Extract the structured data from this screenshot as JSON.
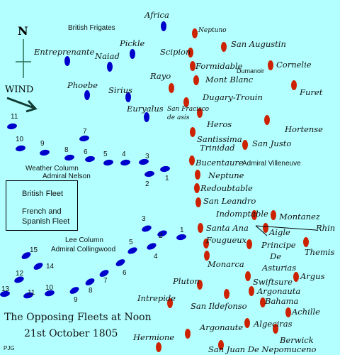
{
  "map": {
    "title_line1": "The Opposing Fleets at Noon",
    "title_line2": "21st October 1805",
    "signature": "PJG",
    "compass_label": "N",
    "wind_label": "WIND"
  },
  "legend": {
    "british": "British Fleet",
    "allied_line1": "French and",
    "allied_line2": "Spanish Fleet"
  },
  "colors": {
    "sea": "#b3ffff",
    "british": "#0000cc",
    "allied": "#cc2200"
  },
  "british_frigates": {
    "heading": "British Frigates",
    "ships": [
      "Africa",
      "Pickle",
      "Entreprenante",
      "Naiad",
      "Phoebe",
      "Sirius",
      "Euryalus"
    ]
  },
  "weather_column": {
    "label_line1": "Weather Column",
    "label_line2": "Admiral Nelson",
    "numbers": [
      "1",
      "2",
      "3",
      "4",
      "5",
      "6",
      "7",
      "8",
      "9",
      "10",
      "11"
    ]
  },
  "lee_column": {
    "label_line1": "Lee Column",
    "label_line2": "Admiral Collingwood",
    "numbers": [
      "1",
      "2",
      "3",
      "4",
      "5",
      "6",
      "7",
      "8",
      "9",
      "10",
      "11",
      "12",
      "13",
      "14",
      "15"
    ]
  },
  "allied_ships": {
    "neptuno": "Neptuno",
    "san_augustin": "San Augustin",
    "scipion": "Scipion",
    "formidable": "Formidable",
    "dumanoir": "Dumanoir",
    "cornelie": "Cornelie",
    "rayo": "Rayo",
    "mont_blanc": "Mont Blanc",
    "furet": "Furet",
    "dugary_trouin": "Dugary-Trouin",
    "san_francisco_l1": "San Fracisco",
    "san_francisco_l2": "de asis",
    "heros": "Heros",
    "hortense": "Hortense",
    "santissima_l1": "Santissima",
    "santissima_l2": "Trinidad",
    "san_justo": "San Justo",
    "bucentaure": "Bucentaure",
    "villeneuve": "Admiral Villeneuve",
    "neptune": "Neptune",
    "redoubtable": "Redoubtable",
    "san_leandro": "San Leandro",
    "indomptable": "Indomptable",
    "montanez": "Montanez",
    "santa_ana": "Santa Ana",
    "aigle": "Aigle",
    "rhin": "Rhin",
    "fougueux": "Fougueux",
    "principe_l1": "Principe",
    "principe_l2": "De",
    "principe_l3": "Asturias",
    "themis": "Themis",
    "monarca": "Monarca",
    "argus": "Argus",
    "pluton": "Pluton",
    "swiftsure": "Swiftsure",
    "argonauta": "Argonauta",
    "intrepide": "Intrepide",
    "san_ildefonso": "San Ildefonso",
    "bahama": "Bahama",
    "achille": "Achille",
    "argonaute": "Argonaute",
    "algeciras": "Algeciras",
    "hermione": "Hermione",
    "berwick": "Berwick",
    "san_juan": "San Juan De Nepomuceno"
  }
}
